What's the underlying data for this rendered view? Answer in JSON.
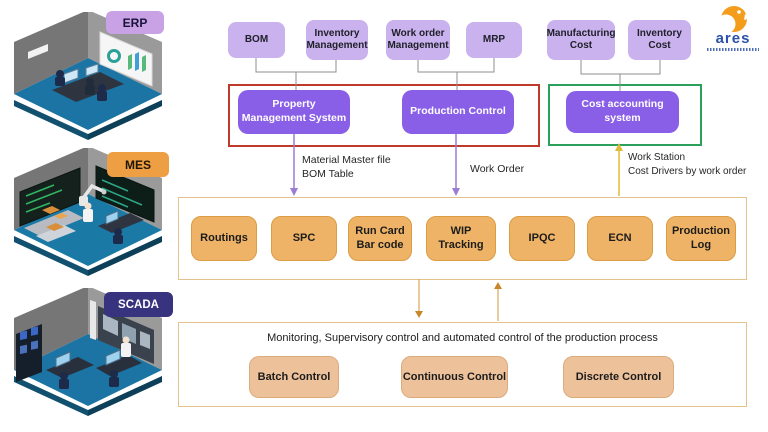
{
  "layers": [
    {
      "id": "erp",
      "label": "ERP"
    },
    {
      "id": "mes",
      "label": "MES"
    },
    {
      "id": "scada",
      "label": "SCADA"
    }
  ],
  "logo": {
    "text": "ares"
  },
  "erp_modules": [
    "BOM",
    "Inventory\nManagement",
    "Work order\nManagement",
    "MRP",
    "Manufacturing\nCost",
    "Inventory\nCost"
  ],
  "erp_systems": [
    "Property\nManagement System",
    "Production Control",
    "Cost accounting\nsystem"
  ],
  "flow_labels": [
    "Material Master file\nBOM Table",
    "Work Order",
    "Work Station\nCost Drivers by work order"
  ],
  "mes_modules": [
    "Routings",
    "SPC",
    "Run Card\nBar code",
    "WIP\nTracking",
    "IPQC",
    "ECN",
    "Production\nLog"
  ],
  "scada": {
    "description": "Monitoring, Supervisory control and automated control of the production process",
    "modules": [
      "Batch Control",
      "Continuous Control",
      "Discrete Control"
    ]
  },
  "colors": {
    "module_fill": "#c9b2ee",
    "system_fill": "#8a5fe8",
    "mes_box_fill": "#eeb366",
    "scada_box_fill": "#edc29b",
    "red_frame": "#c03a2b",
    "green_frame": "#2aa05a",
    "purple_arrow": "#9b7dd4",
    "yellow_arrow": "#ddbb3a",
    "tan_arrow": "#d8a85c"
  }
}
